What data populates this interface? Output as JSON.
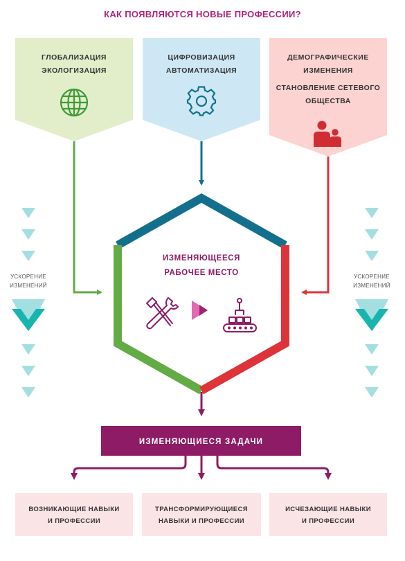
{
  "title": "КАК ПОЯВЛЯЮТСЯ НОВЫЕ ПРОФЕССИИ?",
  "top_boxes": [
    {
      "lines": [
        "ГЛОБАЛИЗАЦИЯ",
        "ЭКОЛОГИЗАЦИЯ"
      ],
      "icon": "globe-icon",
      "color": "#e2eec9",
      "arrow_color": "#63ab45"
    },
    {
      "lines": [
        "ЦИФРОВИЗАЦИЯ",
        "АВТОМАТИЗАЦИЯ"
      ],
      "icon": "gear-icon",
      "color": "#cde8f4",
      "arrow_color": "#13708d"
    },
    {
      "lines": [
        "ДЕМОГРАФИЧЕСКИЕ",
        "ИЗМЕНЕНИЯ",
        "СТАНОВЛЕНИЕ СЕТЕВОГО",
        "ОБЩЕСТВА"
      ],
      "icon": "people-icon",
      "color": "#fcd3d1",
      "arrow_color": "#de3338"
    }
  ],
  "center": {
    "lines": [
      "ИЗМЕНЯЮЩЕЕСЯ",
      "РАБОЧЕЕ МЕСТО"
    ],
    "icons": [
      "hammer-wrench-icon",
      "play-arrow-icon",
      "robot-conveyor-icon"
    ]
  },
  "side_label": [
    "УСКОРЕНИЕ",
    "ИЗМЕНЕНИЙ"
  ],
  "tasks_label": "ИЗМЕНЯЮЩИЕСЯ ЗАДАЧИ",
  "bottom_boxes": [
    {
      "lines": [
        "ВОЗНИКАЮЩИЕ НАВЫКИ",
        "И ПРОФЕССИИ"
      ]
    },
    {
      "lines": [
        "ТРАНСФОРМИРУЮЩИЕСЯ",
        "НАВЫКИ И ПРОФЕССИИ"
      ]
    },
    {
      "lines": [
        "ИСЧЕЗАЮЩИЕ НАВЫКИ",
        "И ПРОФЕССИИ"
      ]
    }
  ],
  "colors": {
    "title": "#b0227a",
    "purple": "#8e1b66",
    "teal_triangle": "#a3dfe0",
    "teal_big": "#18b5b0",
    "bottom_box": "#fbe4e6"
  }
}
